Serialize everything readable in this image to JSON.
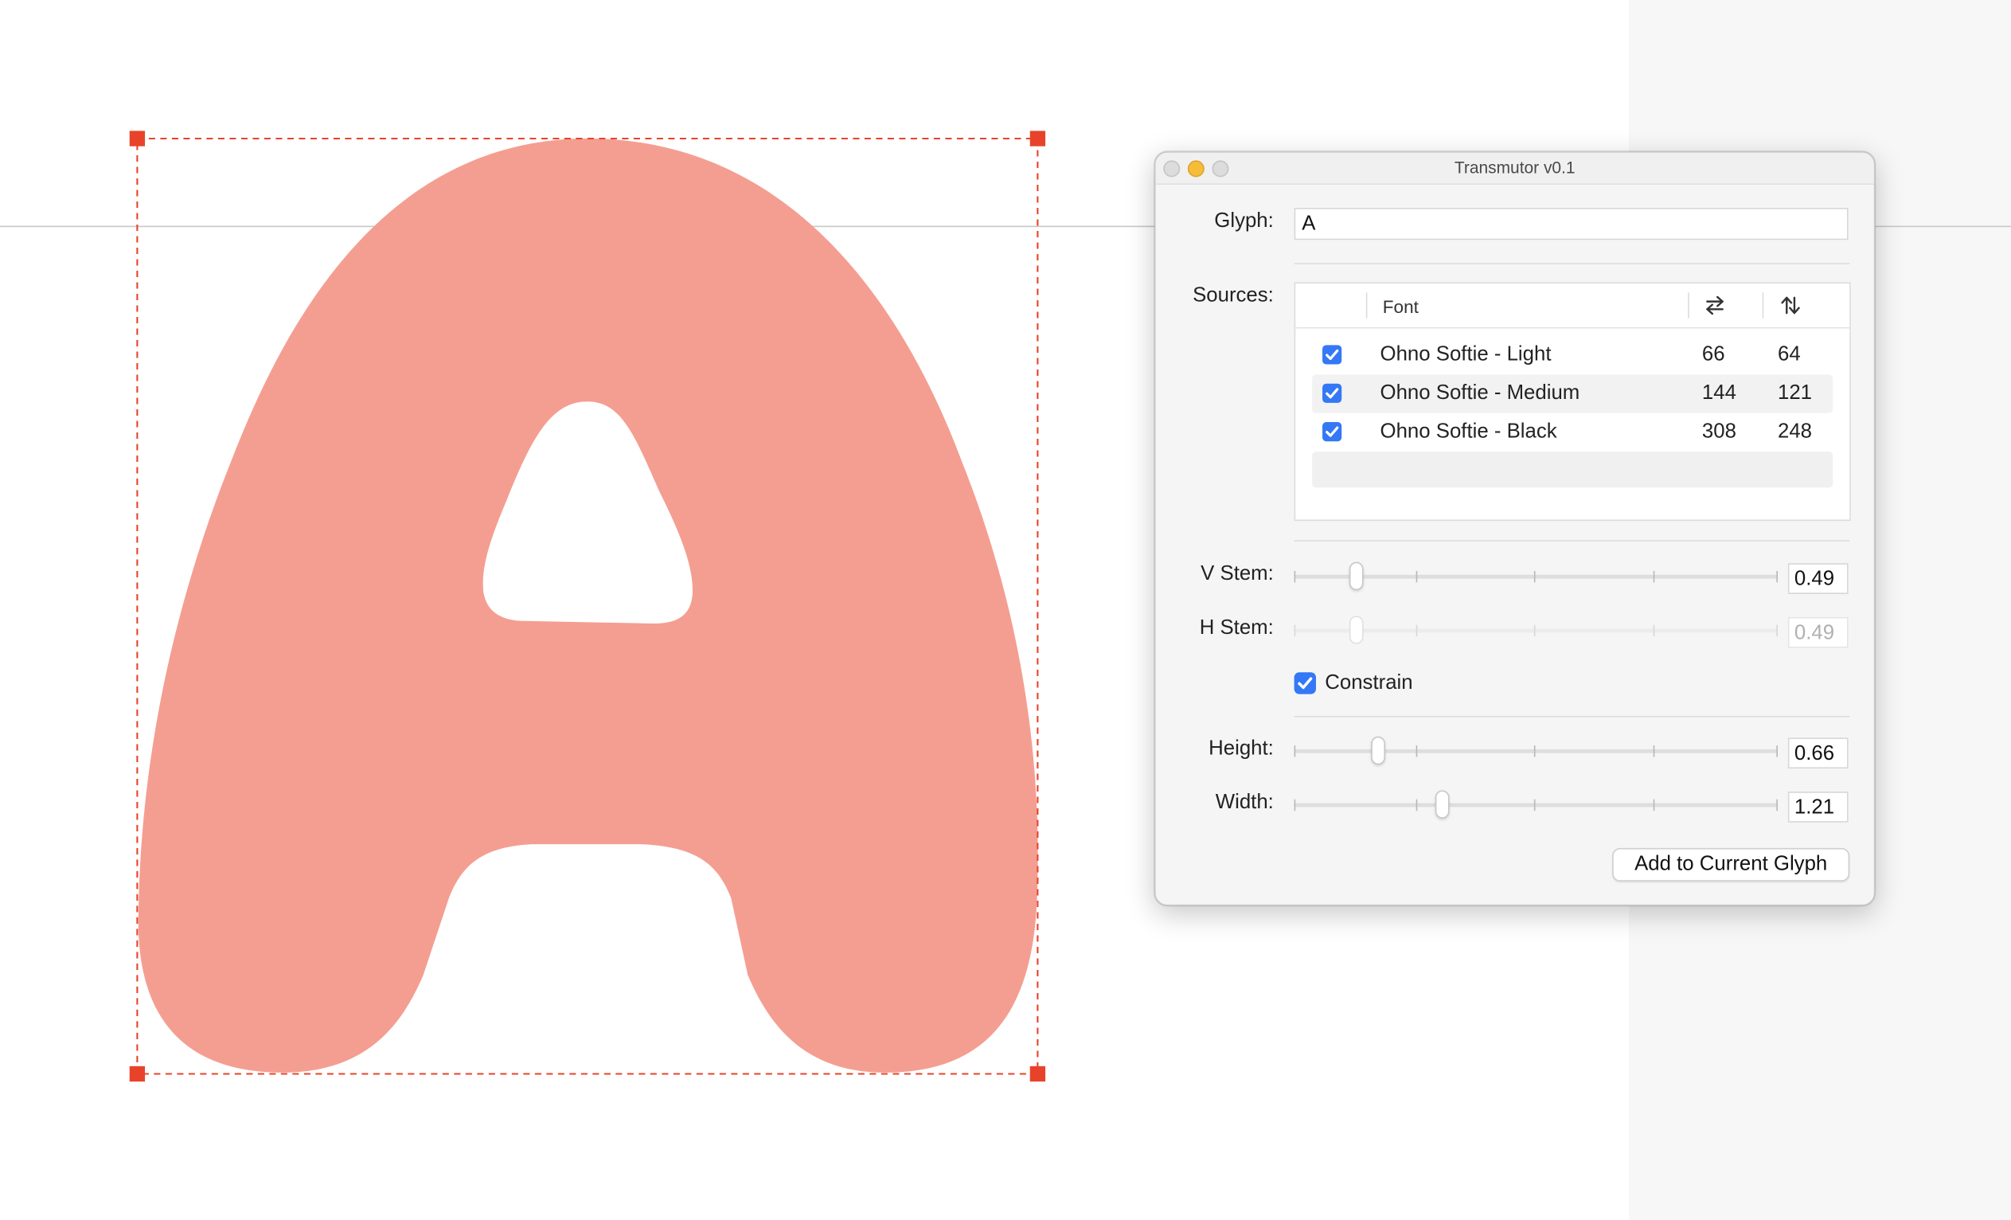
{
  "window": {
    "title": "Transmutor v0.1"
  },
  "glyph": {
    "label": "Glyph:",
    "value": "A"
  },
  "sources": {
    "label": "Sources:",
    "header": {
      "font": "Font"
    },
    "rows": [
      {
        "checked": true,
        "name": "Ohno Softie - Light",
        "h": "66",
        "v": "64"
      },
      {
        "checked": true,
        "name": "Ohno Softie - Medium",
        "h": "144",
        "v": "121"
      },
      {
        "checked": true,
        "name": "Ohno Softie - Black",
        "h": "308",
        "v": "248"
      }
    ]
  },
  "vstem": {
    "label": "V Stem:",
    "value": "0.49",
    "level": 0.49
  },
  "hstem": {
    "label": "H Stem:",
    "value": "0.49",
    "level": 0.49,
    "enabled": false
  },
  "constrain": {
    "label": "Constrain",
    "checked": true
  },
  "height": {
    "label": "Height:",
    "value": "0.66",
    "level": 0.66
  },
  "width": {
    "label": "Width:",
    "value": "1.21",
    "level": 1.21
  },
  "add_button": {
    "label": "Add to Current Glyph"
  },
  "colors": {
    "glyph_fill": "#f49e91",
    "selection": "#e8432a",
    "checkbox": "#3478f6"
  }
}
